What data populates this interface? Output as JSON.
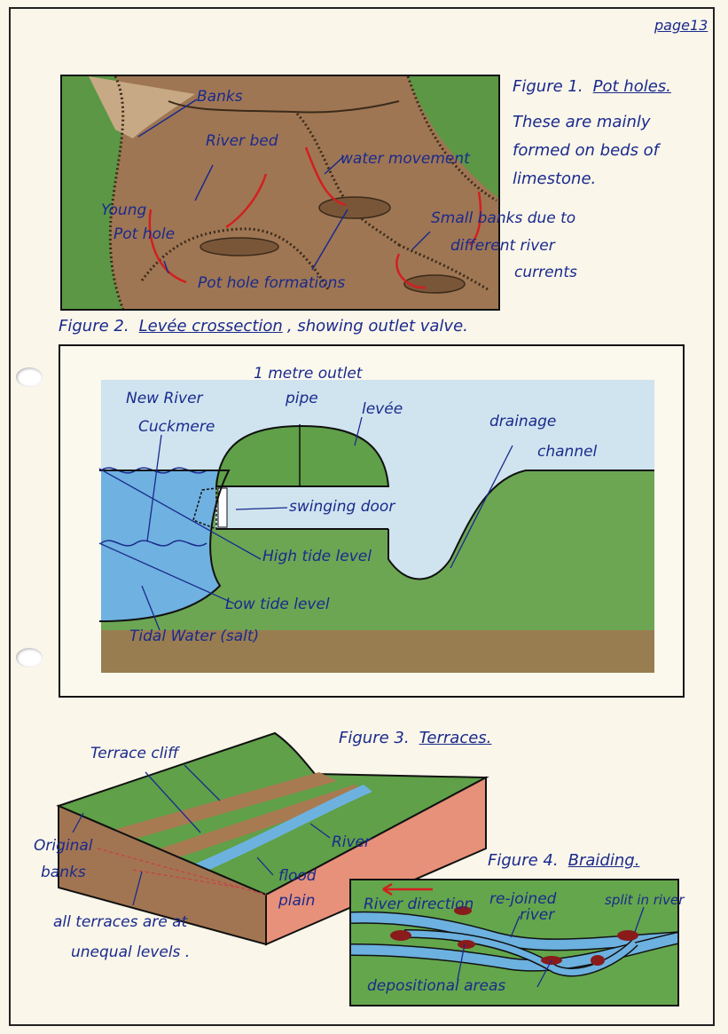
{
  "page_number": "page13",
  "figure1": {
    "caption_prefix": "Figure 1.",
    "caption_title": "Pot holes.",
    "description_lines": [
      "These are mainly",
      "formed on beds of",
      "limestone."
    ],
    "labels": {
      "banks": "Banks",
      "river_bed": "River bed",
      "water_movement": "water movement",
      "young_pot_hole_1": "Young",
      "young_pot_hole_2": "Pot hole",
      "pot_hole_formations": "Pot hole formations",
      "small_banks_1": "Small banks due to",
      "small_banks_2": "different river",
      "small_banks_3": "currents"
    }
  },
  "figure2": {
    "caption_prefix": "Figure 2.",
    "caption_title": "Levée crossection",
    "caption_suffix": ", showing outlet valve.",
    "labels": {
      "outlet_pipe_1": "1 metre outlet",
      "outlet_pipe_2": "pipe",
      "levee": "levée",
      "new_river_1": "New River",
      "new_river_2": "Cuckmere",
      "drainage_1": "drainage",
      "drainage_2": "channel",
      "swinging_door": "swinging door",
      "high_tide": "High tide level",
      "low_tide": "Low tide level",
      "tidal_water": "Tidal Water (salt)"
    }
  },
  "figure3": {
    "caption_prefix": "Figure 3.",
    "caption_title": "Terraces.",
    "labels": {
      "terrace_cliff": "Terrace cliff",
      "original_banks_1": "Original",
      "original_banks_2": "banks",
      "river": "River",
      "flood_plain_1": "flood",
      "flood_plain_2": "plain",
      "unequal_1": "all terraces are at",
      "unequal_2": "unequal levels ."
    }
  },
  "figure4": {
    "caption_prefix": "Figure 4.",
    "caption_title": "Braiding.",
    "labels": {
      "river_direction": "River direction",
      "rejoined_1": "re-joined",
      "rejoined_2": "river",
      "split": "split in river",
      "depositional": "depositional areas"
    }
  },
  "colors": {
    "ink": "#1a2a8c",
    "grass": "#5e9a48",
    "soil": "#9c7452",
    "water": "#7fb6e0",
    "red_arrow": "#d12020"
  }
}
